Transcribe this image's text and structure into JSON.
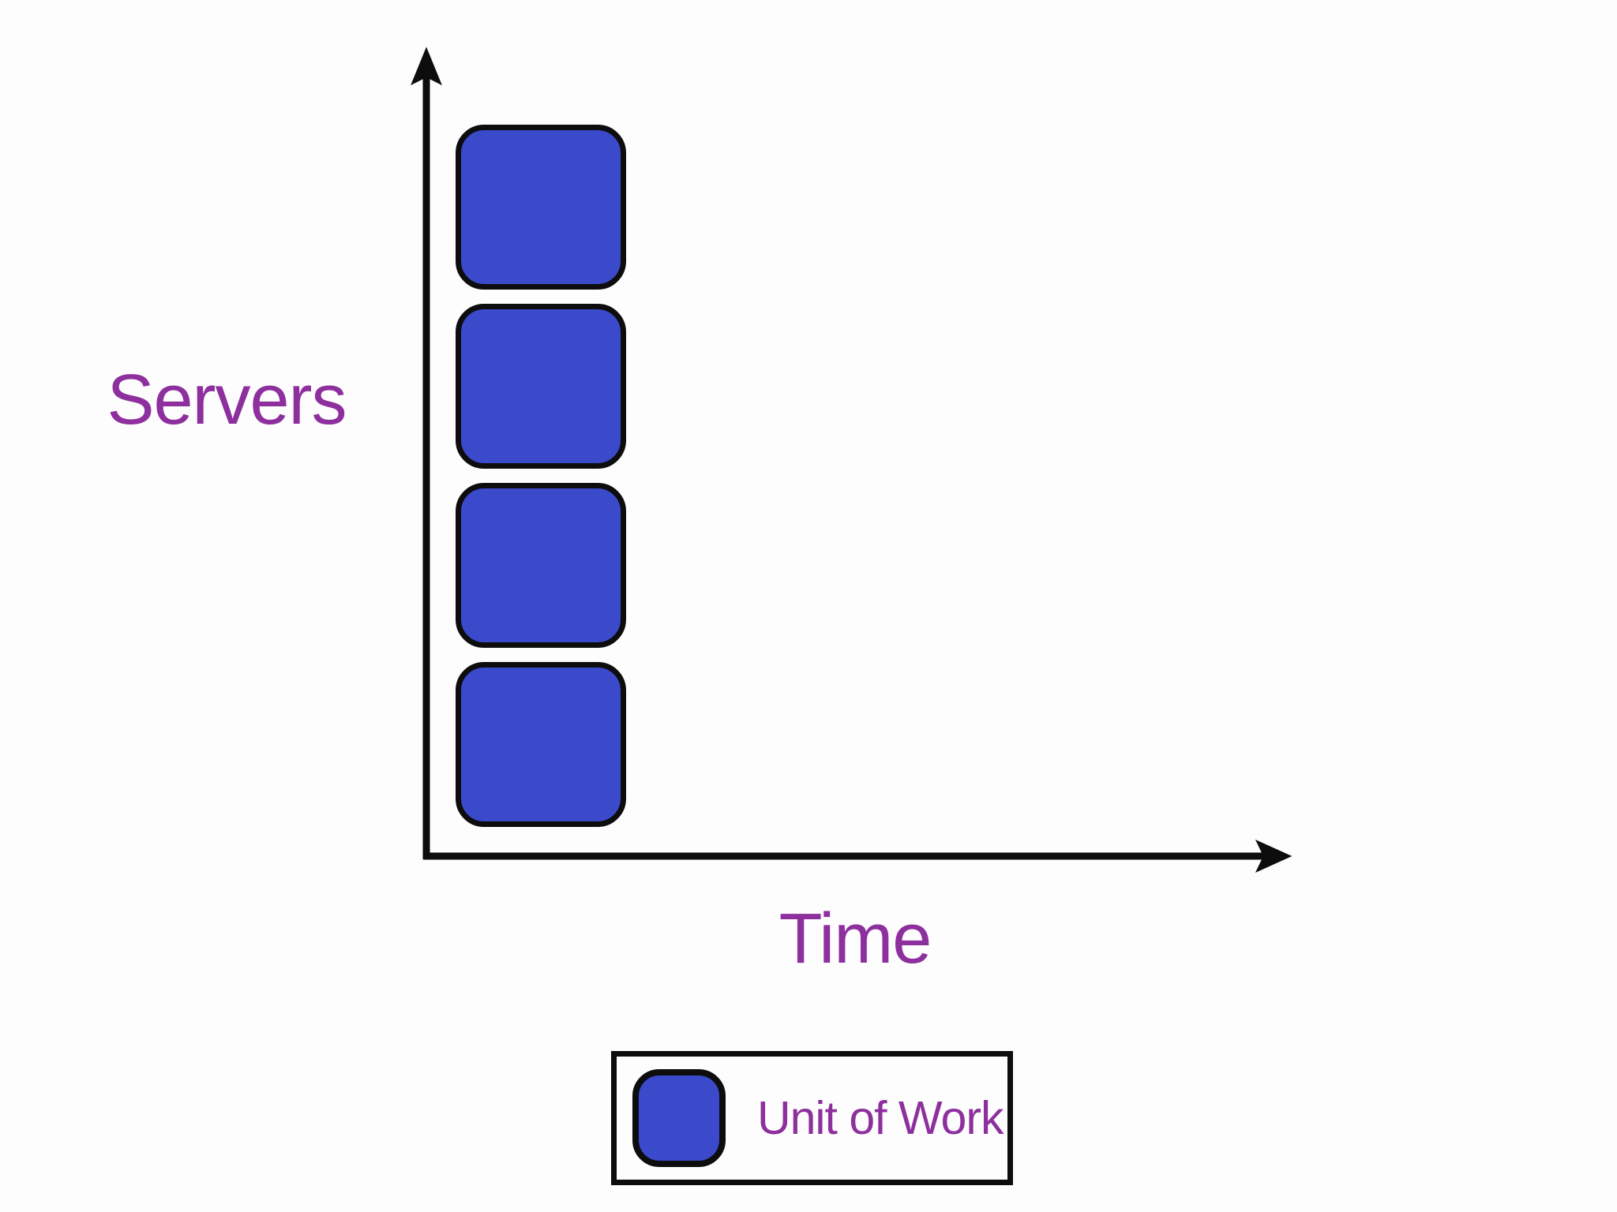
{
  "diagram": {
    "y_axis_label": "Servers",
    "x_axis_label": "Time",
    "legend_label": "Unit of Work",
    "unit_count": 4,
    "colors": {
      "background": "#fdfdfd",
      "axis": "#0d0d0d",
      "unit_fill": "#3b4acb",
      "unit_border": "#0d0d0d",
      "label_text": "#8e2f9e",
      "legend_border": "#0d0d0d"
    }
  }
}
